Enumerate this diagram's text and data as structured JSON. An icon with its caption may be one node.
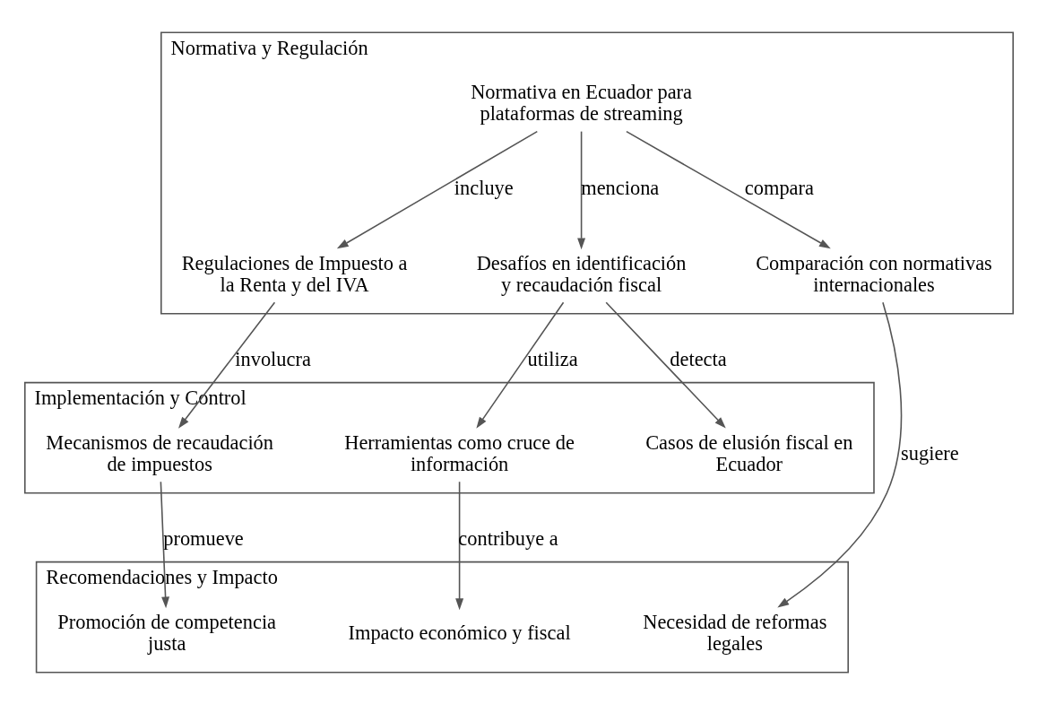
{
  "diagram": {
    "nodes": [
      {
        "text": [
          "Normativa y Regulación"
        ]
      },
      {
        "text": [
          "Normativa en Ecuador para plataformas de streaming"
        ],
        "in": 0
      },
      {
        "text": [
          "Regulaciones de Impuesto a la Renta y del IVA"
        ],
        "in": 0
      },
      {
        "text": [
          "Desafíos en identificación y recaudación fiscal"
        ],
        "in": 0
      },
      {
        "text": [
          "Comparación con normativas internacionales"
        ],
        "in": 0
      },
      {
        "text": [
          "Implementación y Control"
        ]
      },
      {
        "text": [
          "Mecanismos de recaudación de impuestos"
        ],
        "in": 5
      },
      {
        "text": [
          "Herramientas como cruce de información"
        ],
        "in": 5
      },
      {
        "text": [
          "Casos de elusión fiscal en Ecuador"
        ],
        "in": 5
      },
      {
        "text": [
          "Recomendaciones y Impacto"
        ]
      },
      {
        "text": [
          "Promoción de competencia justa"
        ],
        "in": 9
      },
      {
        "text": [
          "Impacto económico y fiscal"
        ],
        "in": 9
      },
      {
        "text": [
          "Necesidad de reformas legales"
        ],
        "in": 9
      }
    ],
    "edges": [
      {
        "from": 1,
        "to": 2,
        "arrow": "to",
        "label": "incluye"
      },
      {
        "from": 1,
        "to": 3,
        "arrow": "to",
        "label": "menciona"
      },
      {
        "from": 1,
        "to": 4,
        "arrow": "to",
        "label": "compara"
      },
      {
        "from": 2,
        "to": 6,
        "arrow": "to",
        "label": "involucra"
      },
      {
        "from": 3,
        "to": 7,
        "arrow": "to",
        "label": "utiliza"
      },
      {
        "from": 3,
        "to": 8,
        "arrow": "to",
        "label": "detecta"
      },
      {
        "from": 4,
        "to": 12,
        "arrow": "to",
        "label": "sugiere"
      },
      {
        "from": 6,
        "to": 10,
        "arrow": "to",
        "label": "promueve"
      },
      {
        "from": 7,
        "to": 11,
        "arrow": "to",
        "label": "contribuye a"
      }
    ]
  }
}
